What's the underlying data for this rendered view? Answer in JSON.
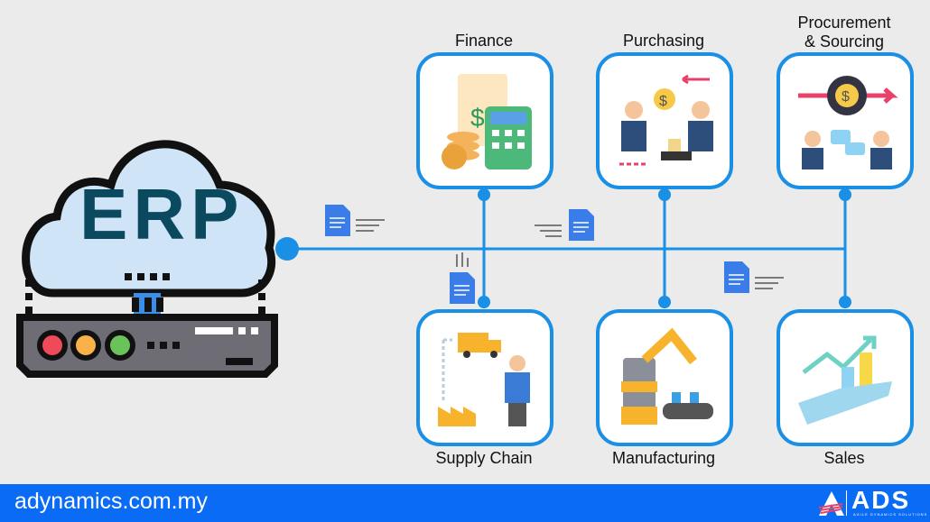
{
  "center": {
    "label": "ERP"
  },
  "modules": {
    "finance": {
      "label": "Finance",
      "icon": "finance-calculator-icon"
    },
    "purchasing": {
      "label": "Purchasing",
      "icon": "purchasing-people-icon"
    },
    "procurement": {
      "label": "Procurement\n& Sourcing",
      "line1": "Procurement",
      "line2": "& Sourcing",
      "icon": "procurement-gear-icon"
    },
    "supply_chain": {
      "label": "Supply Chain",
      "icon": "supply-chain-truck-icon"
    },
    "manufacturing": {
      "label": "Manufacturing",
      "icon": "robot-arm-icon"
    },
    "sales": {
      "label": "Sales",
      "icon": "sales-growth-icon"
    }
  },
  "footer": {
    "website": "adynamics.com.my",
    "logo": "ADS",
    "logo_tagline": "AGILE DYNAMICS SOLUTIONS"
  },
  "colors": {
    "accent": "#1a8fe6",
    "footer": "#0a6cf5",
    "background": "#ebebeb",
    "erp_text": "#0b4a5e"
  }
}
